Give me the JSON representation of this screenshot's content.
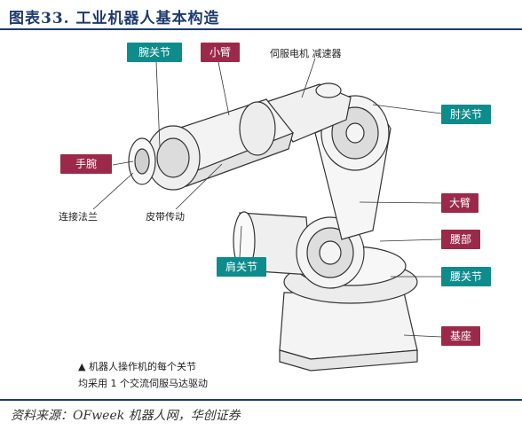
{
  "title": "图表33.  工业机器人基本构造",
  "source": "资料来源：OFweek 机器人网，华创证券",
  "labels": {
    "wrist_joint": "腕关节",
    "forearm": "小臂",
    "servo_reducer": "伺服电机 减速器",
    "elbow_joint": "肘关节",
    "wrist": "手腕",
    "flange": "连接法兰",
    "belt_drive": "皮带传动",
    "big_arm": "大臂",
    "shoulder_joint": "肩关节",
    "waist": "腰部",
    "waist_joint": "腰关节",
    "base": "基座"
  },
  "note": {
    "line1": "▲ 机器人操作机的每个关节",
    "line2": "均采用 1 个交流伺服马达驱动"
  },
  "colors": {
    "teal": "#0e8c8c",
    "maroon": "#9b2a4a",
    "navy": "#1f3a6e"
  }
}
